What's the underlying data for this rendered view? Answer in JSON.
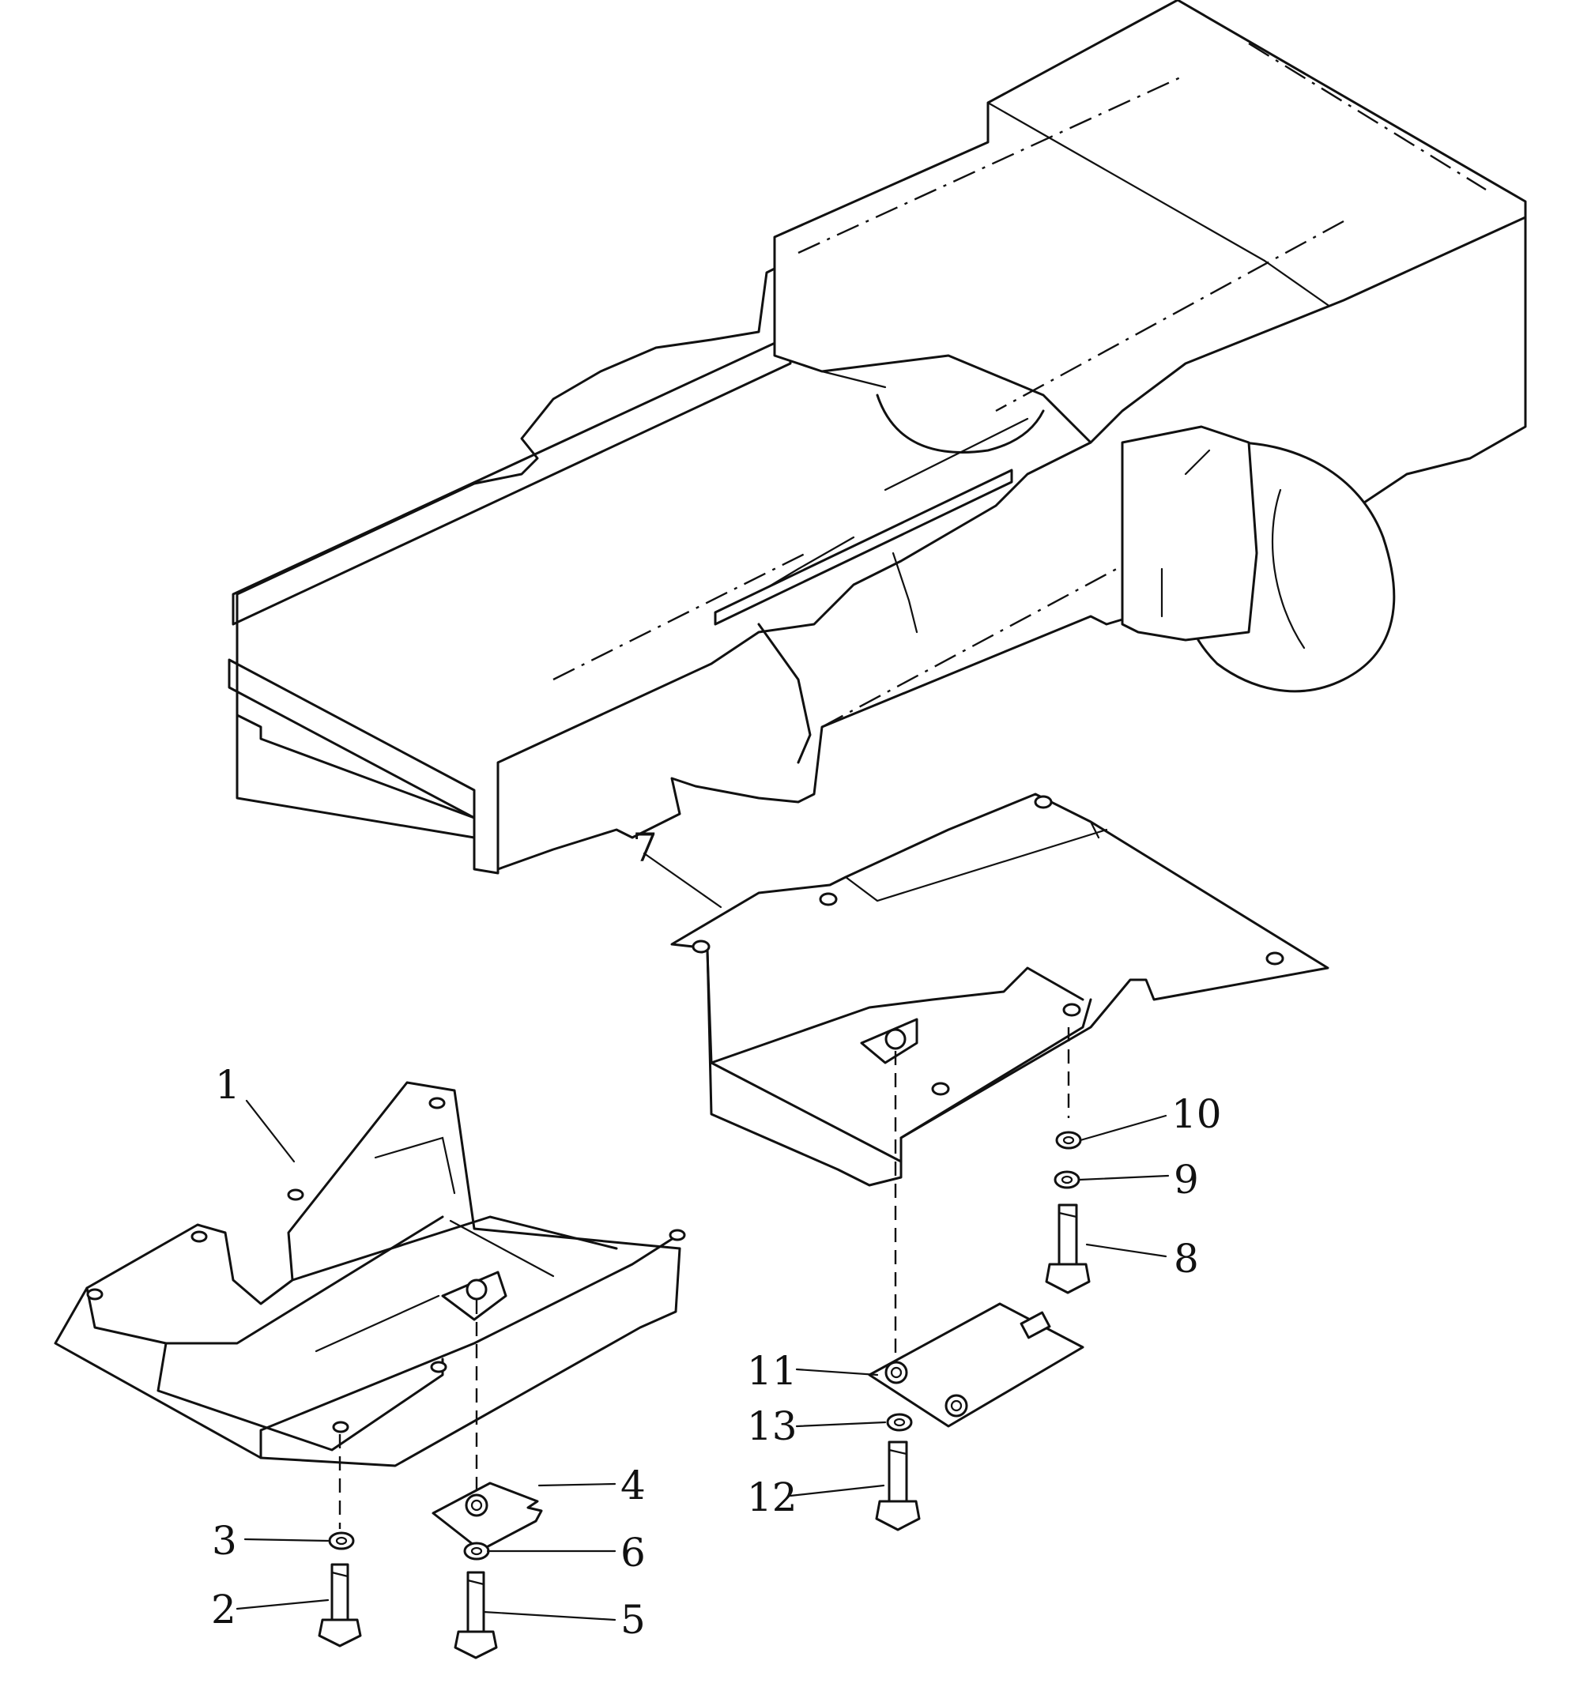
{
  "labels": {
    "p1": "1",
    "p2": "2",
    "p3": "3",
    "p4": "4",
    "p5": "5",
    "p6": "6",
    "p7": "7",
    "p8": "8",
    "p9": "9",
    "p10": "10",
    "p11": "11",
    "p12": "12",
    "p13": "13"
  }
}
